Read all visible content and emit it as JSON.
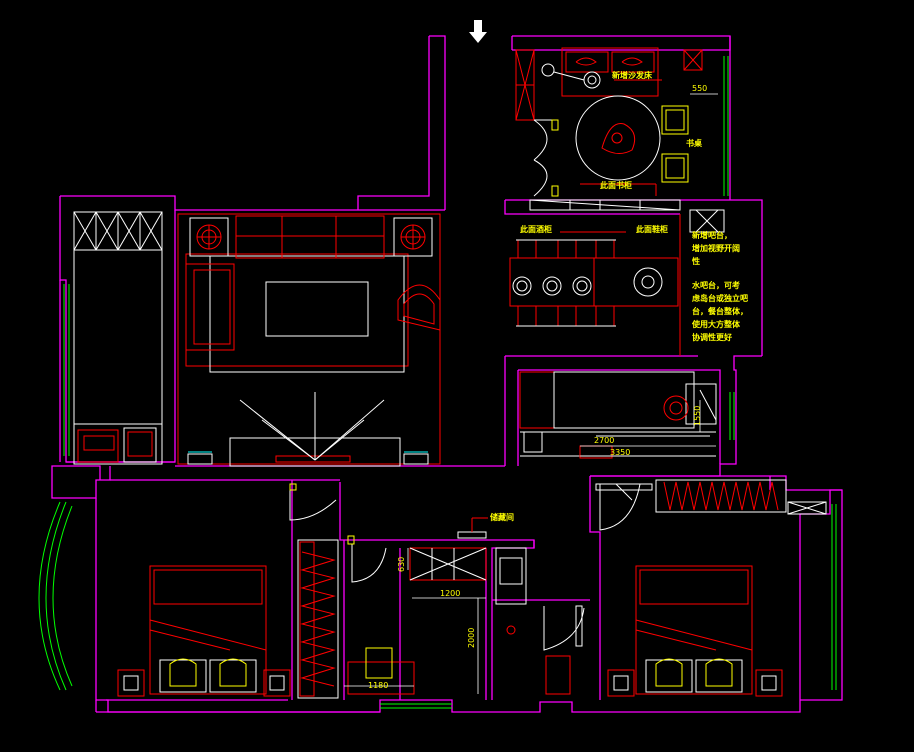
{
  "colors": {
    "wall": "#ff00ff",
    "furniture": "#ff0000",
    "fixture": "#ffff00",
    "window": "#00ff00",
    "line": "#ffffff",
    "background": "#000000"
  },
  "labels": {
    "new_sofa_bed": "新增沙发床",
    "study_desk": "书桌",
    "bookcase": "此面书柜",
    "wine_cabinet": "此面酒柜",
    "shoe_cabinet": "此面鞋柜",
    "bar_note_a": "新增吧台，",
    "bar_note_b": "增加视野开阔",
    "bar_note_c": "性",
    "water_note_a": "水吧台，可考",
    "water_note_b": "虑岛台或独立吧",
    "water_note_c": "台，餐台整体，",
    "water_note_d": "使用大方整体",
    "water_note_e": "协调性更好",
    "dressing_room": "储藏间"
  },
  "dimensions": {
    "study_width": "550",
    "kitchen_a": "2700",
    "kitchen_b": "3350",
    "kitchen_c": "1550",
    "bath_depth": "630",
    "bath_width": "1200",
    "bath_length": "2000",
    "bath_bottom": "1180"
  },
  "icons": {
    "entrance": "down-arrow-icon"
  }
}
